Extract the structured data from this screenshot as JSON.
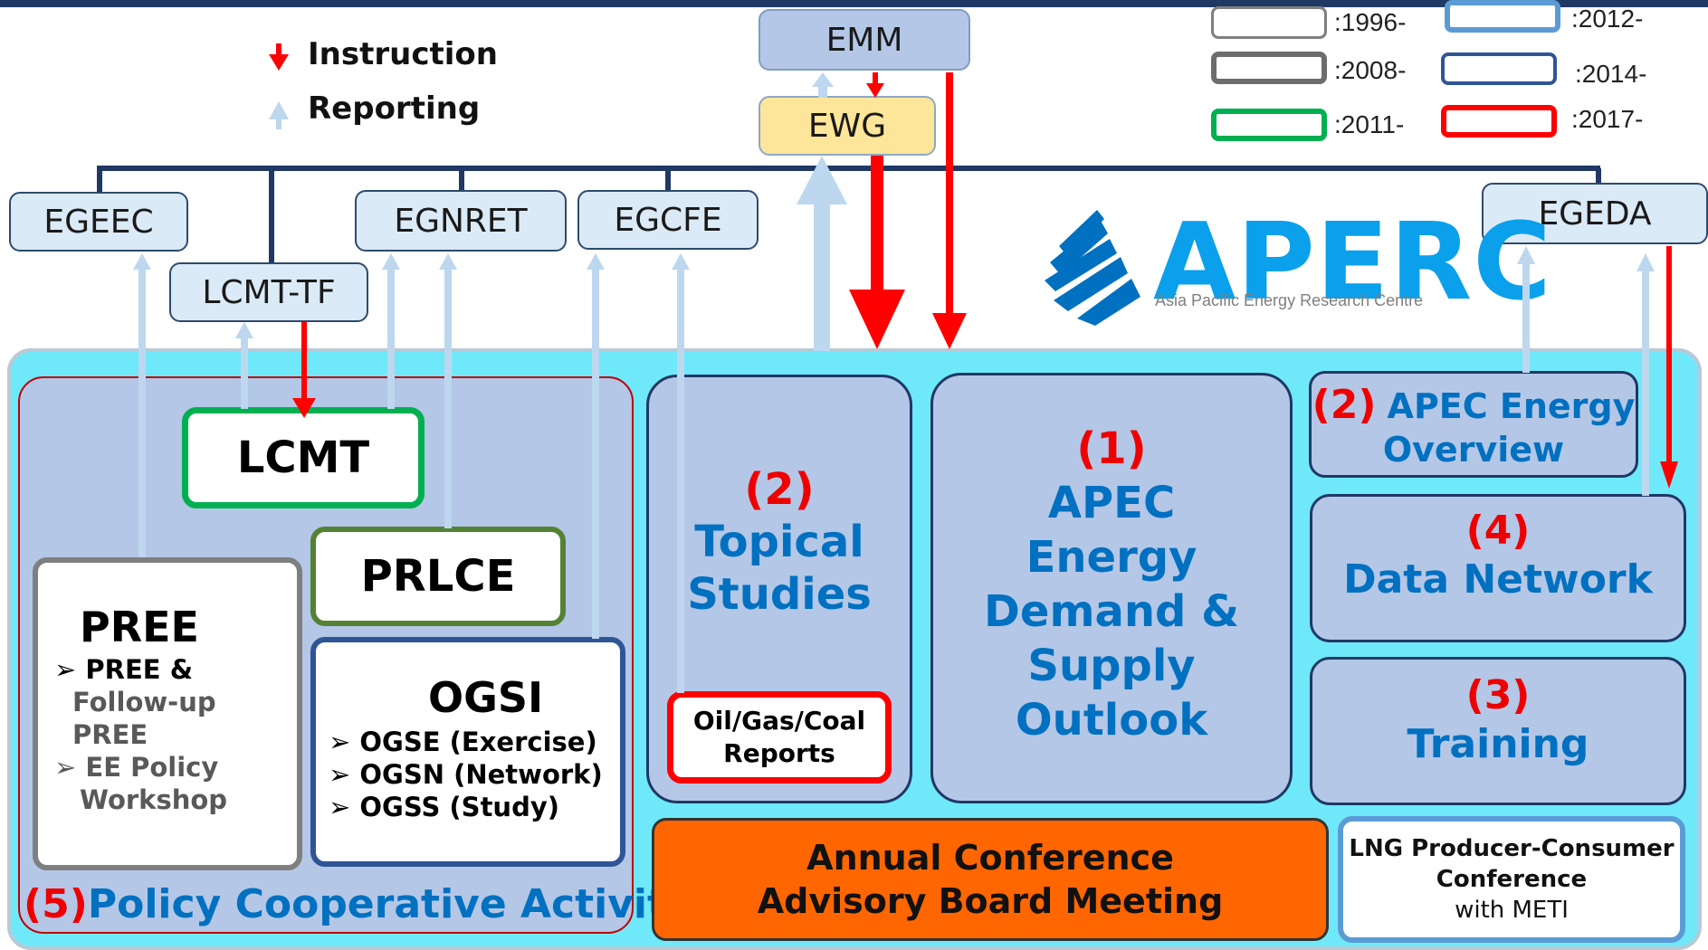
{
  "colors": {
    "header_bar": "#1f3864",
    "cyan_area": "#6fe9f9",
    "panel_fill": "#b4c7e7",
    "node_fill": "#dbeaf7",
    "ewg_fill": "#fde699",
    "instruction_arrow": "#ff0000",
    "reporting_arrow": "#bdd7ee",
    "orange_box": "#ff6600",
    "text_blue": "#0070c0",
    "text_red": "#ee0000"
  },
  "legend": {
    "instruction": "Instruction",
    "reporting": "Reporting",
    "years": [
      {
        "label": ":1996-",
        "color": "#7f7f7f"
      },
      {
        "label": ":2012-",
        "color": "#5b9bd5"
      },
      {
        "label": ":2008-",
        "color": "#6d6d6d"
      },
      {
        "label": ":2014-",
        "color": "#2f5597"
      },
      {
        "label": ":2011-",
        "color": "#00b050"
      },
      {
        "label": ":2017-",
        "color": "#ff0000"
      }
    ]
  },
  "nodes": {
    "emm": "EMM",
    "ewg": "EWG",
    "egeec": "EGEEC",
    "lcmt_tf": "LCMT-TF",
    "egnret": "EGNRET",
    "egcfe": "EGCFE",
    "egeda": "EGEDA"
  },
  "logo": {
    "name": "APERC",
    "subtitle": "Asia Pacific Energy Research Centre"
  },
  "policy": {
    "lcmt": "LCMT",
    "prlce": "PRLCE",
    "pree": {
      "title": "PREE",
      "items": [
        "PREE &",
        "Follow-up",
        "PREE",
        "EE Policy",
        "Workshop"
      ]
    },
    "ogsi": {
      "title": "OGSI",
      "items": [
        "OGSE (Exercise)",
        "OGSN (Network)",
        "OGSS (Study)"
      ]
    },
    "footer_num": "(5)",
    "footer_text": "Policy Cooperative Activities"
  },
  "topical": {
    "num": "(2)",
    "line1": "Topical",
    "line2": "Studies",
    "reports_line1": "Oil/Gas/Coal",
    "reports_line2": "Reports"
  },
  "outlook": {
    "num": "(1)",
    "lines": [
      "APEC",
      "Energy",
      "Demand &",
      "Supply",
      "Outlook"
    ]
  },
  "overview": {
    "num": "(2)",
    "line1": "APEC Energy",
    "line2": "Overview"
  },
  "data_network": {
    "num": "(4)",
    "text": "Data Network"
  },
  "training": {
    "num": "(3)",
    "text": "Training"
  },
  "conference": {
    "line1": "Annual Conference",
    "line2": "Advisory Board Meeting"
  },
  "lng": {
    "line1": "LNG Producer-Consumer",
    "line2": "Conference",
    "line3": "with METI"
  }
}
